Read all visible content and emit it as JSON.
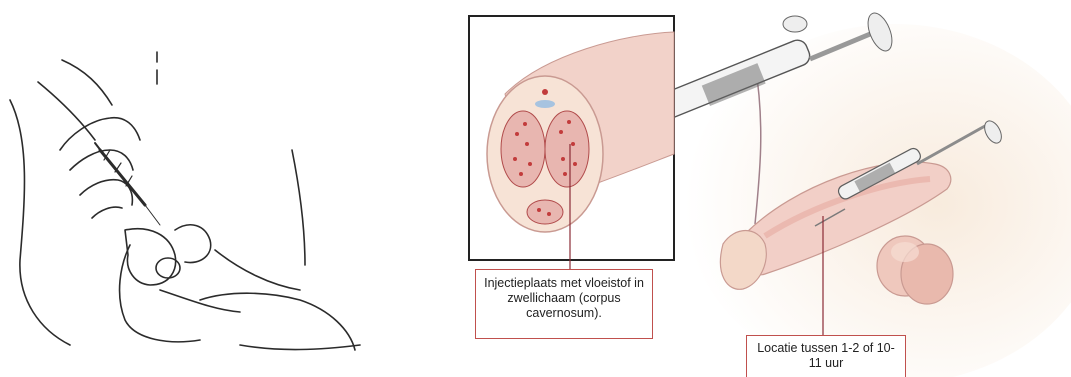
{
  "labels": {
    "injection_site": "Injectieplaats met vloeistof in zwellichaam (corpus cavernosum).",
    "location": "Locatie tussen 1-2 of 10-11 uur"
  },
  "colors": {
    "label_border": "#c0504d",
    "tissue_pink": "#f0c4c4",
    "skin": "#f6e7dc",
    "spongy_red": "#c23b3b",
    "pointer_line": "#8a2a35"
  },
  "icons": {
    "left": "hand-injection-lineart",
    "inset": "penis-cross-section",
    "syringe": "syringe"
  }
}
